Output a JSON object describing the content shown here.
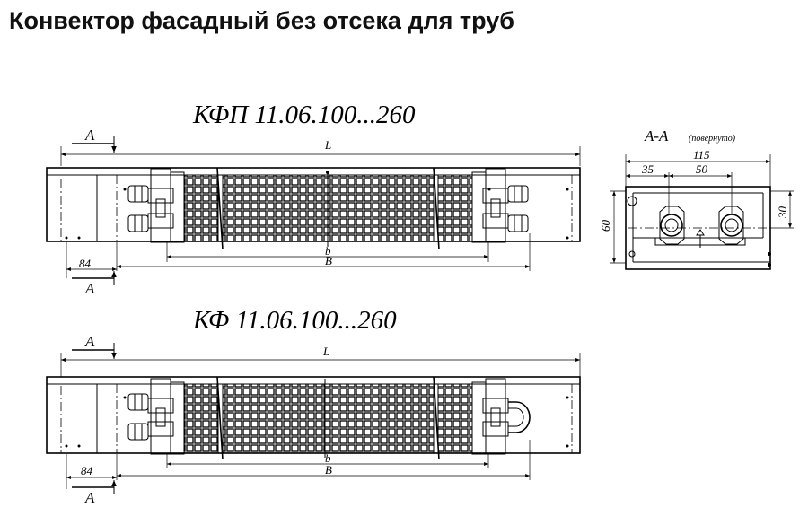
{
  "title": "Конвектор фасадный  без отсека для труб",
  "models": {
    "kfp": {
      "label": "КФП 11.06.100...260",
      "dims": {
        "L": "L",
        "b": "b",
        "B": "B",
        "offset": "84",
        "section_top": "A",
        "section_bottom": "A"
      }
    },
    "kf": {
      "label": "КФ 11.06.100...260",
      "dims": {
        "L": "L",
        "b": "b",
        "B": "B",
        "offset": "84",
        "section_top": "A",
        "section_bottom": "A"
      }
    }
  },
  "section": {
    "title": "А-А",
    "note": "(повернуто)",
    "dims": {
      "width": "115",
      "d1": "35",
      "d2": "50",
      "height": "60",
      "right": "30"
    }
  }
}
